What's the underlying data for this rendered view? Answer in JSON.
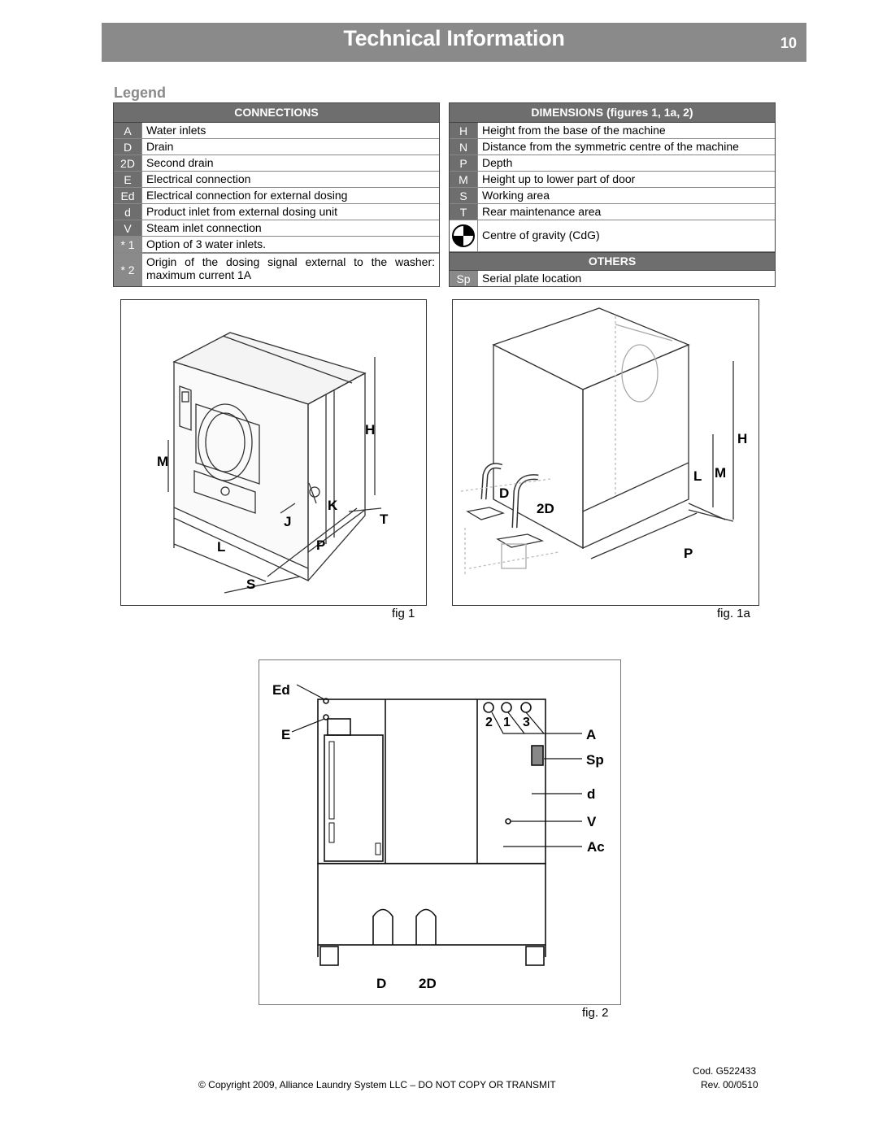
{
  "header": {
    "title": "Technical Information",
    "page_number": "10"
  },
  "legend_title": "Legend",
  "connections": {
    "heading": "CONNECTIONS",
    "rows": [
      {
        "code": "A",
        "text": "Water inlets"
      },
      {
        "code": "D",
        "text": "Drain"
      },
      {
        "code": "2D",
        "text": "Second drain"
      },
      {
        "code": "E",
        "text": "Electrical connection"
      },
      {
        "code": "Ed",
        "text": "Electrical connection for external dosing"
      },
      {
        "code": "d",
        "text": "Product inlet from external dosing unit"
      },
      {
        "code": "V",
        "text": "Steam inlet connection"
      },
      {
        "code": "* 1",
        "text": "Option of 3 water inlets."
      },
      {
        "code": "* 2",
        "text": "Origin of the dosing signal external to the washer: maximum current 1A"
      }
    ]
  },
  "dimensions": {
    "heading": "DIMENSIONS  (figures 1, 1a, 2)",
    "rows": [
      {
        "code": "H",
        "text": "Height from the base of the machine"
      },
      {
        "code": "N",
        "text": "Distance from the symmetric centre of the machine"
      },
      {
        "code": "P",
        "text": "Depth"
      },
      {
        "code": "M",
        "text": "Height up to lower part of door"
      },
      {
        "code": "S",
        "text": "Working area"
      },
      {
        "code": "T",
        "text": "Rear maintenance area"
      }
    ],
    "cog_text": "Centre of gravity (CdG)",
    "cog_icon": "centre-of-gravity-icon"
  },
  "others": {
    "heading": "OTHERS",
    "rows": [
      {
        "code": "Sp",
        "text": "Serial plate location"
      }
    ]
  },
  "figures": {
    "fig1": {
      "caption": "fig 1",
      "labels": {
        "H": "H",
        "M": "M",
        "K": "K",
        "J": "J",
        "T": "T",
        "L": "L",
        "P": "P",
        "S": "S"
      }
    },
    "fig1a": {
      "caption": "fig.  1a",
      "labels": {
        "H": "H",
        "L": "L",
        "M": "M",
        "D": "D",
        "twoD": "2D",
        "P": "P"
      }
    },
    "fig2": {
      "caption": "fig. 2",
      "labels": {
        "Ed": "Ed",
        "E": "E",
        "n2": "2",
        "n1": "1",
        "n3": "3",
        "A": "A",
        "Sp": "Sp",
        "d": "d",
        "V": "V",
        "Ac": "Ac",
        "D": "D",
        "twoD": "2D"
      }
    }
  },
  "footer": {
    "copyright": "© Copyright 2009, Alliance Laundry System LLC – DO NOT COPY OR TRANSMIT",
    "code": "Cod. G522433",
    "revision": "Rev. 00/0510"
  },
  "colors": {
    "header_bg": "#8a8a8a",
    "table_head_bg": "#6e6e6e",
    "legend_title": "#8a8a8a"
  }
}
